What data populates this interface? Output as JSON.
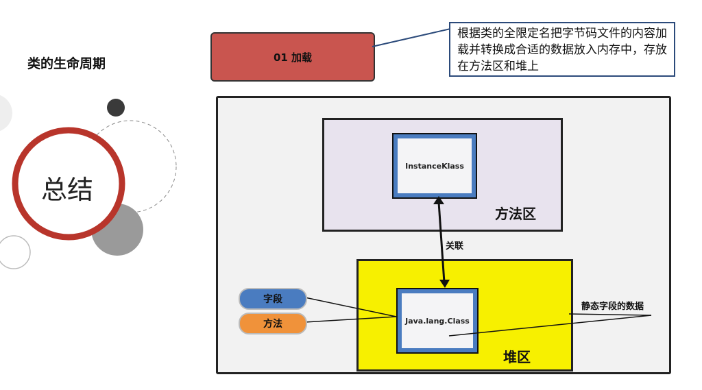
{
  "slide": {
    "title": "类的生命周期",
    "summary": "总结"
  },
  "step": {
    "label": "01 加载"
  },
  "callout": {
    "text": "根据类的全限定名把字节码文件的内容加载并转换成合适的数据放入内存中，存放在方法区和堆上"
  },
  "diagram": {
    "method_area": "方法区",
    "heap_area": "堆区",
    "instance_klass": "InstanceKlass",
    "class_obj": "Java.lang.Class",
    "relation": "关联",
    "field_pill": "字段",
    "method_pill": "方法",
    "static_label": "静态字段的数据"
  },
  "colors": {
    "step": "#c9554f",
    "heap": "#f7f000",
    "method": "#e8e3ee",
    "field": "#4a7cc0",
    "method_pill": "#f0923a"
  }
}
